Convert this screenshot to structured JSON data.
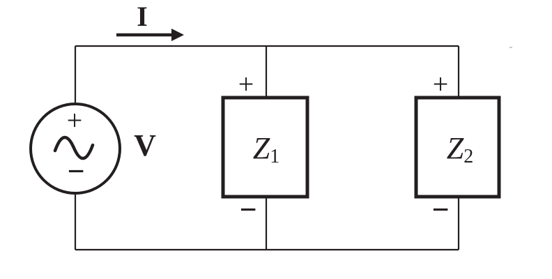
{
  "diagram": {
    "current_label": "I",
    "source_label": "V",
    "polarity": {
      "plus": "+",
      "minus": "−"
    },
    "impedance1": {
      "base": "Z",
      "sub": "1"
    },
    "impedance2": {
      "base": "Z",
      "sub": "2"
    },
    "colors": {
      "line": "#231f20",
      "background": "#ffffff"
    }
  }
}
